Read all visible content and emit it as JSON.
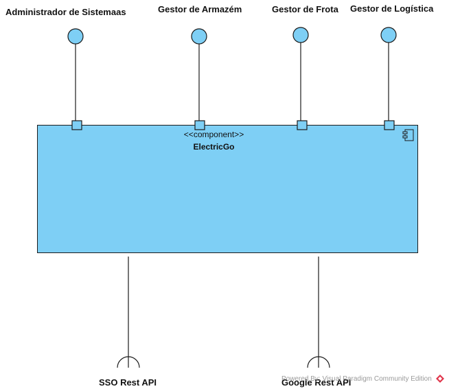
{
  "actors": [
    {
      "label": "Administrador de Sistemaas"
    },
    {
      "label": "Gestor de Armazém"
    },
    {
      "label": "Gestor de Frota"
    },
    {
      "label": "Gestor de Logística"
    }
  ],
  "component": {
    "stereotype": "<<component>>",
    "name": "ElectricGo"
  },
  "required_interfaces": [
    {
      "label": "SSO Rest API"
    },
    {
      "label": "Google Rest API"
    }
  ],
  "watermark": "Powered By: Visual Paradigm Community Edition",
  "colors": {
    "fill": "#7ecff5",
    "stroke": "#1a1a1a",
    "logo": "#e0344a"
  }
}
